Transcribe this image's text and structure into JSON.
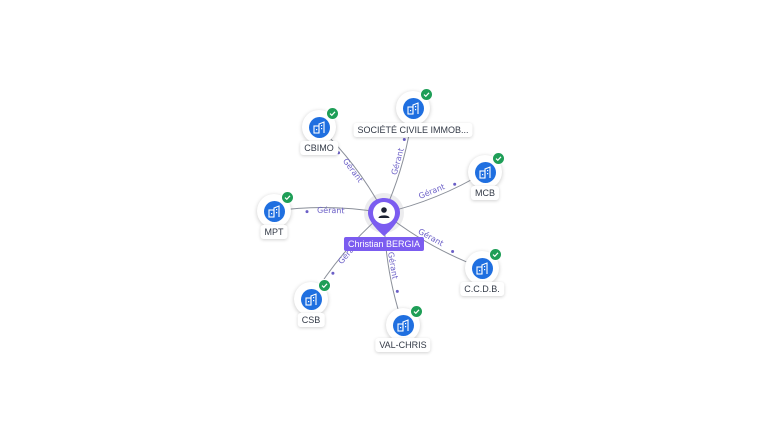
{
  "person": {
    "name": "Christian BERGIA",
    "icon": "person-icon"
  },
  "relation_label": "Gérant",
  "colors": {
    "accent": "#7b5cf0",
    "company": "#1f6fe0",
    "check": "#1e9e57",
    "edge_label": "#6b5fc7"
  },
  "companies": [
    {
      "name": "CBIMO",
      "verified": true,
      "icon": "building-icon"
    },
    {
      "name": "SOCIÉTÉ CIVILE IMMOB...",
      "verified": true,
      "icon": "building-icon"
    },
    {
      "name": "MCB",
      "verified": true,
      "icon": "building-icon"
    },
    {
      "name": "MPT",
      "verified": true,
      "icon": "building-icon"
    },
    {
      "name": "C.C.D.B.",
      "verified": true,
      "icon": "building-icon"
    },
    {
      "name": "CSB",
      "verified": true,
      "icon": "building-icon"
    },
    {
      "name": "VAL-CHRIS",
      "verified": true,
      "icon": "building-icon"
    }
  ]
}
